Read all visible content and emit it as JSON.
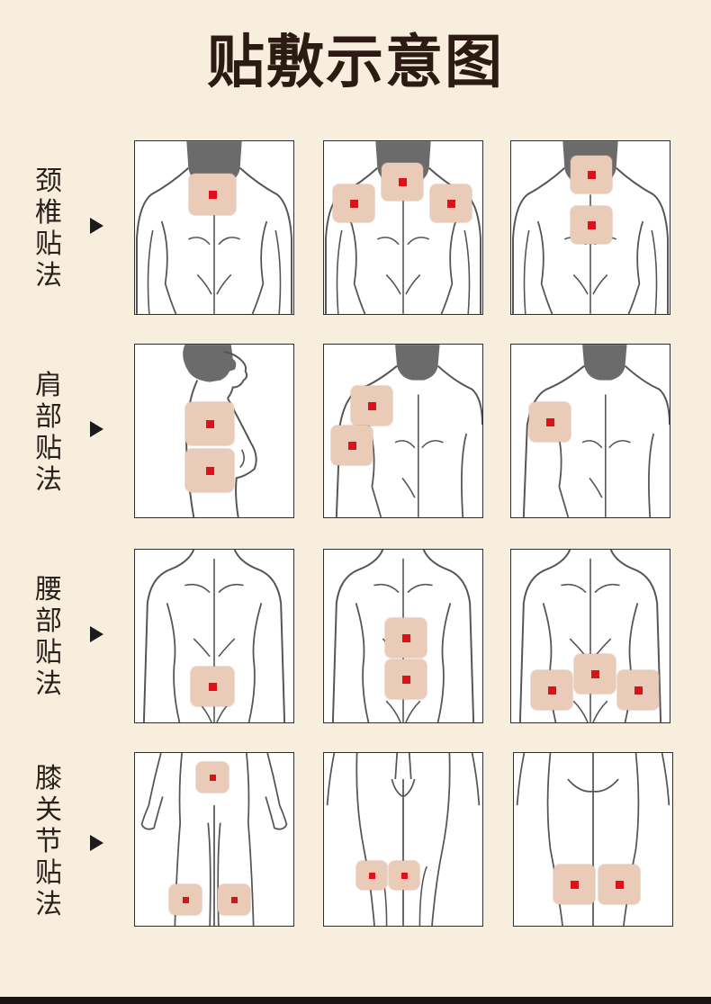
{
  "title": "贴敷示意图",
  "rows": [
    {
      "label": [
        "颈",
        "椎",
        "贴",
        "法"
      ]
    },
    {
      "label": [
        "肩",
        "部",
        "贴",
        "法"
      ]
    },
    {
      "label": [
        "腰",
        "部",
        "贴",
        "法"
      ]
    },
    {
      "label": [
        "膝",
        "关",
        "节",
        "贴",
        "法"
      ]
    }
  ],
  "colors": {
    "background": "#f8eedd",
    "patch": "#e9cbb8",
    "dot": "#e0101a",
    "outline": "#555555",
    "head": "#6b6b6b"
  },
  "icons": {
    "arrow": "right-triangle-icon"
  }
}
